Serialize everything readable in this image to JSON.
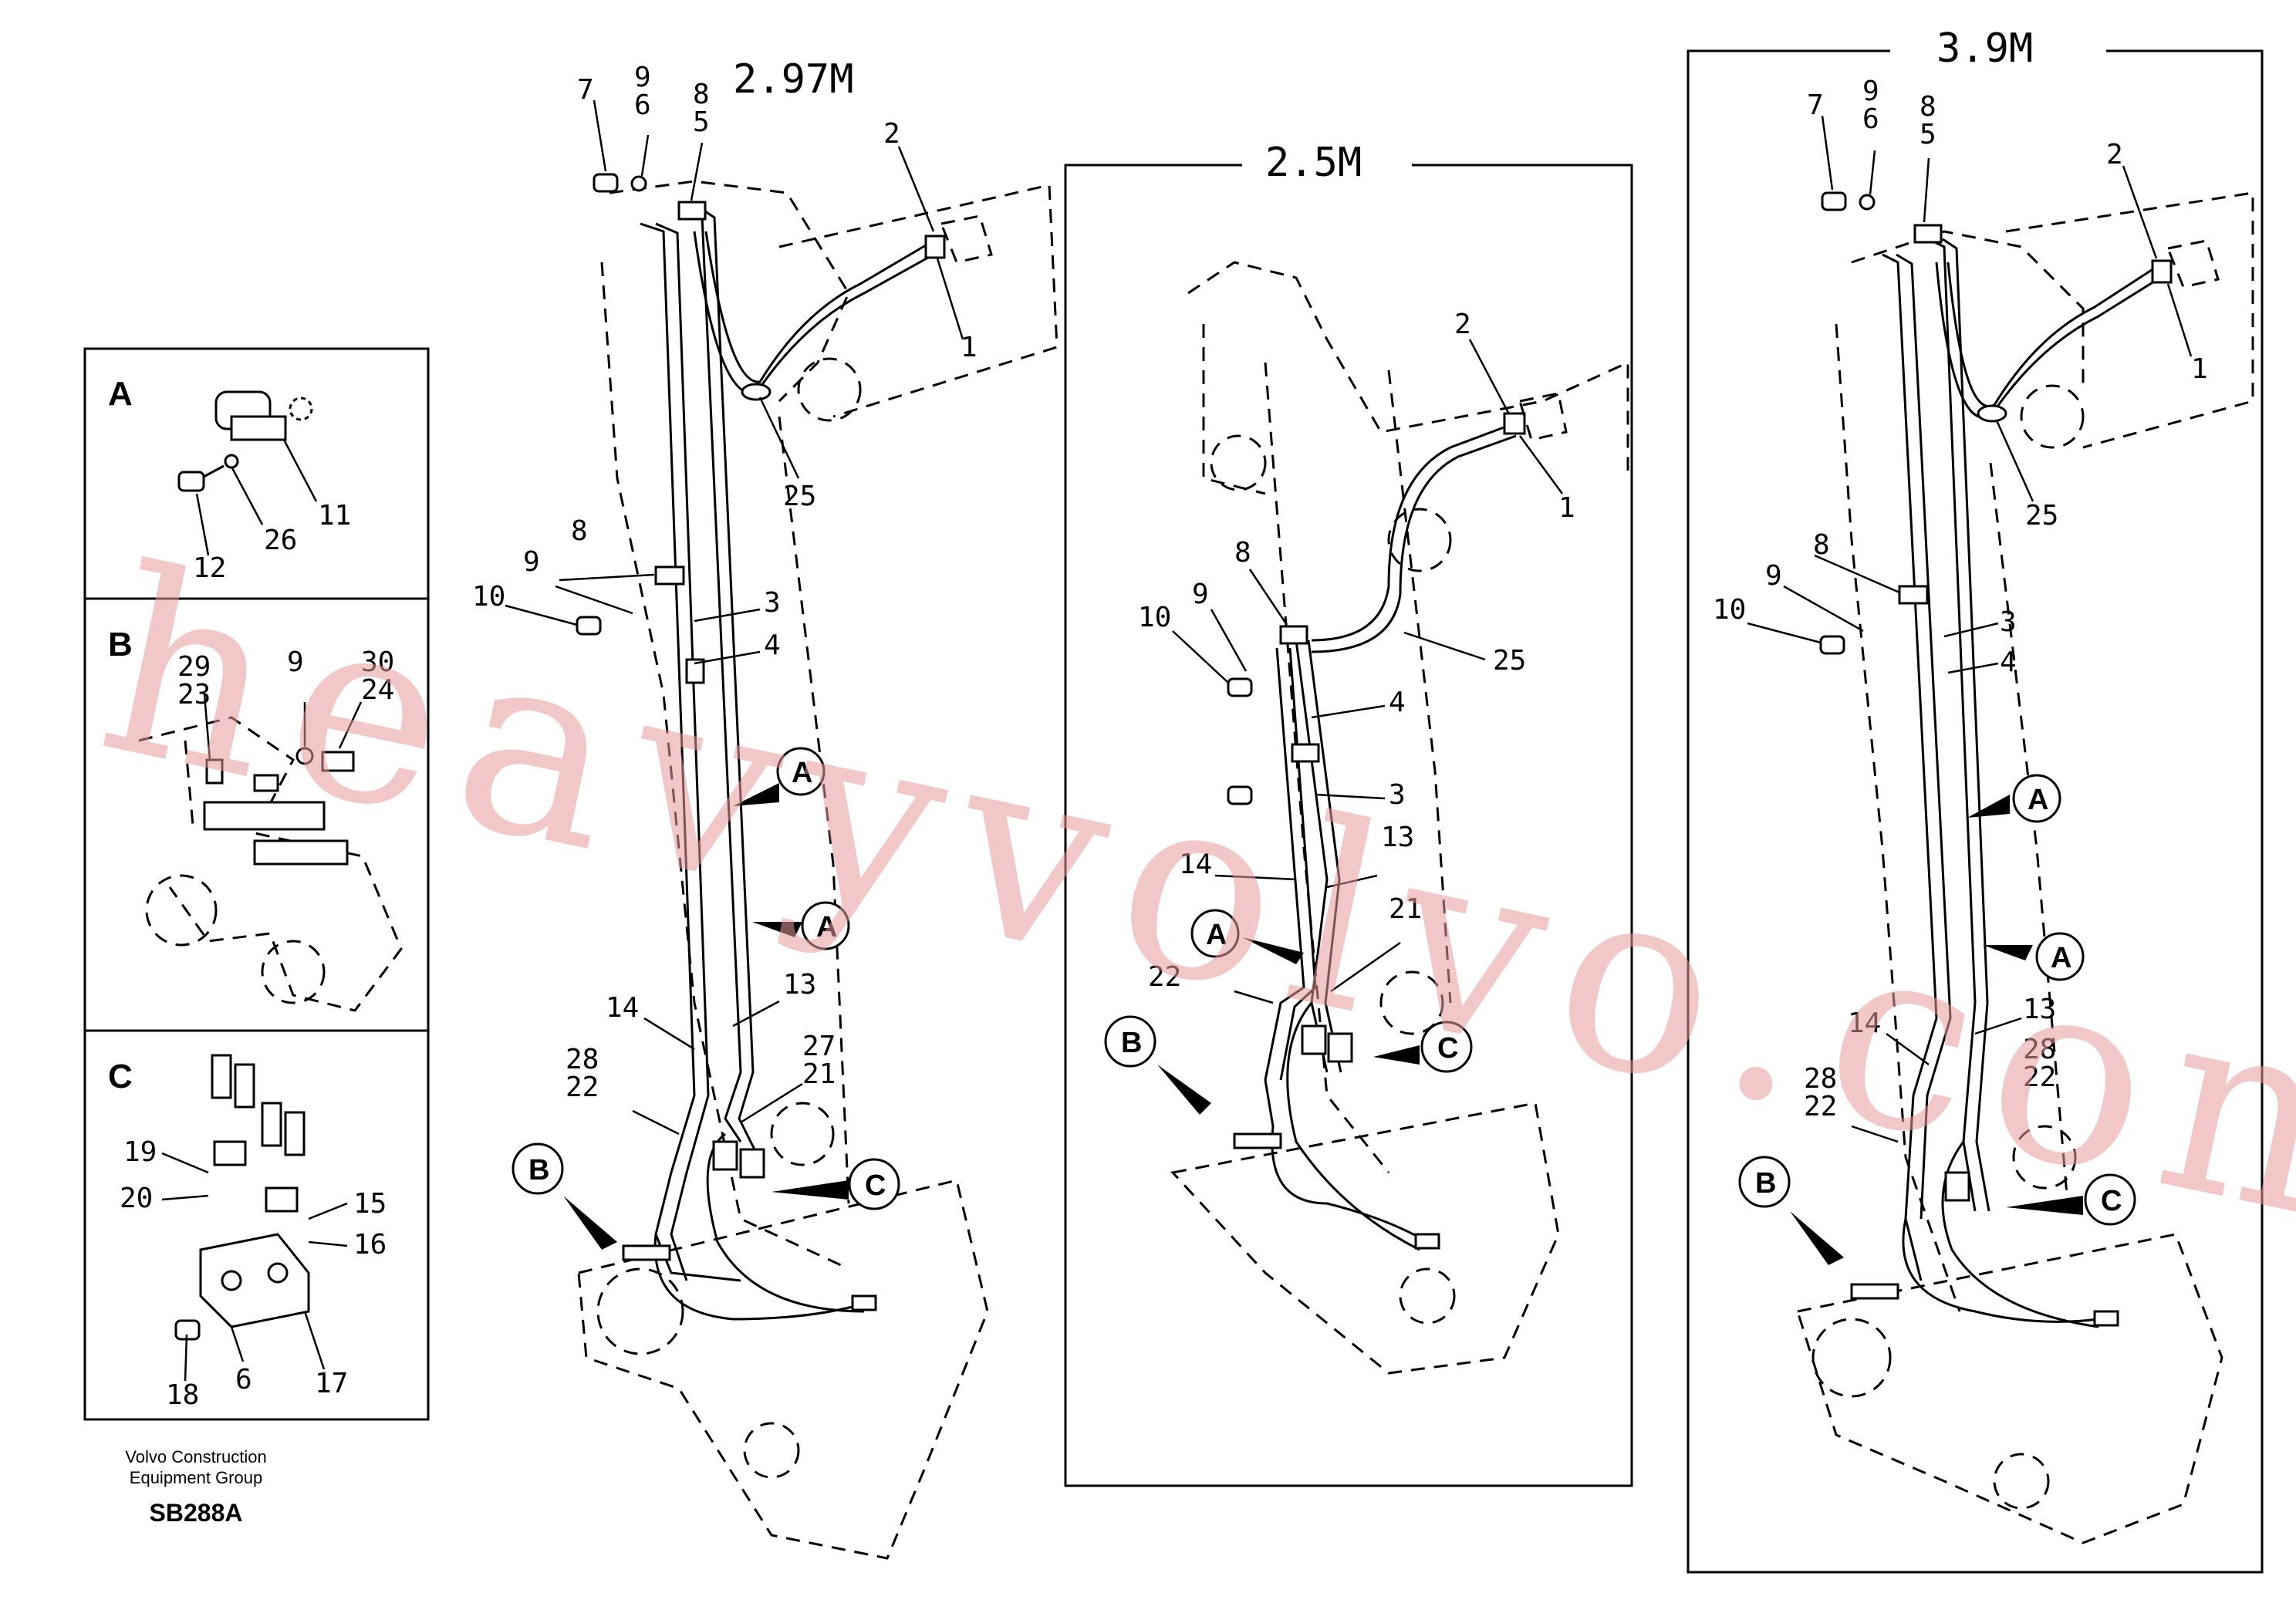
{
  "views": [
    {
      "title": "2.97M"
    },
    {
      "title": "2.5M"
    },
    {
      "title": "3.9M"
    }
  ],
  "details": [
    {
      "letter": "A",
      "labels": [
        "11",
        "12",
        "26"
      ]
    },
    {
      "letter": "B",
      "labels": [
        "29",
        "23",
        "9",
        "30",
        "24"
      ]
    },
    {
      "letter": "C",
      "labels": [
        "19",
        "20",
        "15",
        "16",
        "18",
        "6",
        "17"
      ]
    }
  ],
  "callout_letters": {
    "a": "A",
    "b": "B",
    "c": "C"
  },
  "labels_297": [
    "7",
    "9",
    "6",
    "8",
    "5",
    "2",
    "1",
    "25",
    "8",
    "9",
    "10",
    "3",
    "4",
    "14",
    "13",
    "27",
    "21",
    "28",
    "22"
  ],
  "labels_25": [
    "2",
    "1",
    "8",
    "9",
    "10",
    "25",
    "4",
    "3",
    "14",
    "13",
    "21",
    "22"
  ],
  "labels_39": [
    "7",
    "9",
    "6",
    "8",
    "5",
    "2",
    "1",
    "25",
    "8",
    "9",
    "10",
    "3",
    "4",
    "14",
    "13",
    "28",
    "22",
    "28",
    "22"
  ],
  "footer": {
    "company_line1": "Volvo Construction",
    "company_line2": "Equipment Group",
    "code": "SB288A"
  },
  "watermark": "heavyvolvo.com",
  "colors": {
    "line": "#000000",
    "watermark": "#e79a9a",
    "background": "#ffffff"
  }
}
